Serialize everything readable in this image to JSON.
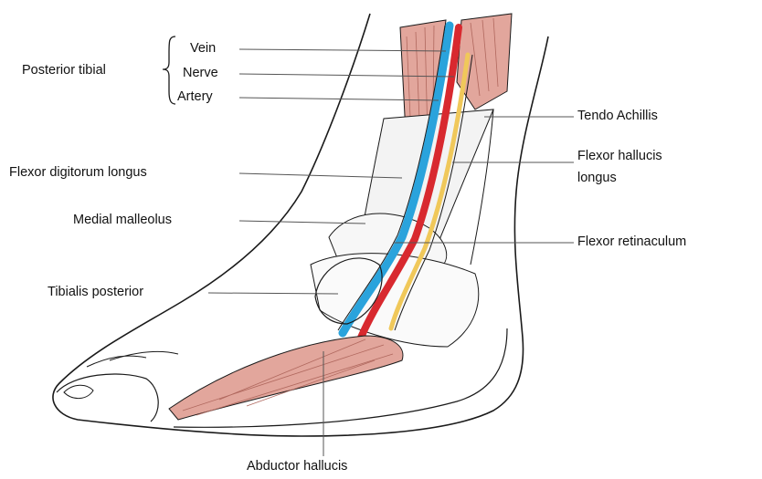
{
  "group": {
    "name": "Posterior tibial",
    "items": [
      "Vein",
      "Nerve",
      "Artery"
    ]
  },
  "labels": {
    "tendo_achillis": "Tendo Achillis",
    "flexor_hallucis_longus_1": "Flexor hallucis",
    "flexor_hallucis_longus_2": "longus",
    "flexor_digitorum_longus": "Flexor digitorum longus",
    "medial_malleolus": "Medial malleolus",
    "flexor_retinaculum": "Flexor retinaculum",
    "tibialis_posterior": "Tibialis posterior",
    "abductor_hallucis": "Abductor hallucis"
  },
  "colors": {
    "vein": "#2aa3dc",
    "nerve": "#f0c85a",
    "artery": "#d8292f",
    "muscle": "#e2a69c",
    "outline": "#1a1a1a"
  }
}
